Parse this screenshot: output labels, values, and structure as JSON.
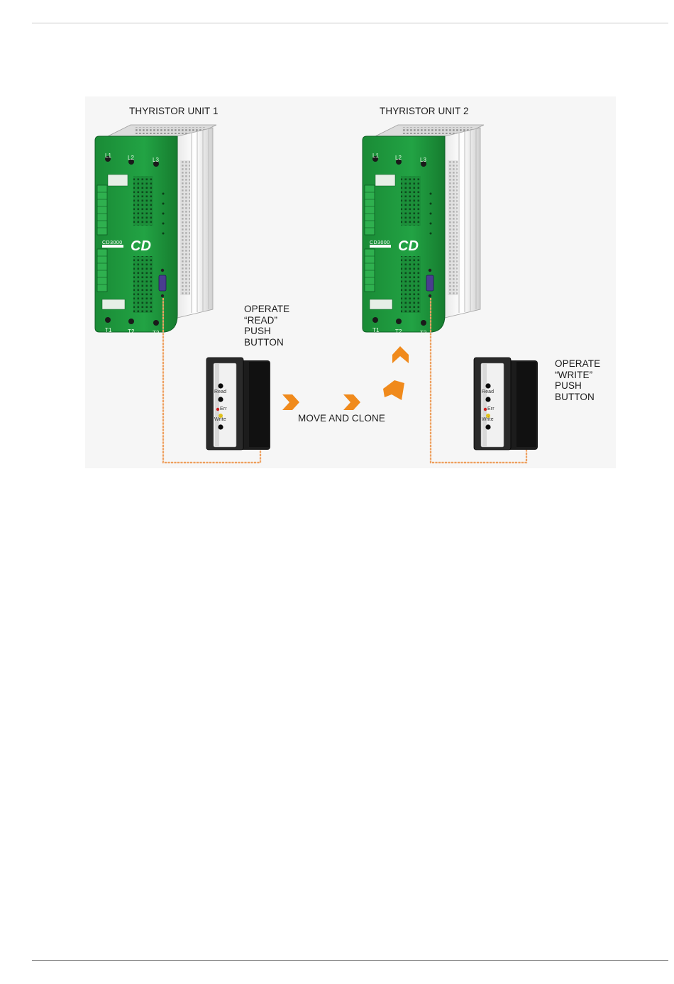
{
  "figure": {
    "unit1_label": "THYRISTOR UNIT 1",
    "unit2_label": "THYRISTOR UNIT 2",
    "read_instruction": [
      "OPERATE",
      "“READ”",
      "PUSH",
      "BUTTON"
    ],
    "write_instruction": [
      "OPERATE",
      "“WRITE”",
      "PUSH",
      "BUTTON"
    ],
    "move_label": "MOVE AND CLONE",
    "device_terminals_top": [
      "L1",
      "L2",
      "L3"
    ],
    "device_terminals_bottom": [
      "T1",
      "T2",
      "T3"
    ],
    "device_brand": "CD3000",
    "device_logo": "CD",
    "cloner_buttons": [
      "Read",
      "Err",
      "Write"
    ],
    "colors": {
      "device_green": "#1e9a3c",
      "cable_orange": "#e8873a",
      "arrow_orange": "#f08a1c",
      "background": "#f6f6f6"
    }
  }
}
